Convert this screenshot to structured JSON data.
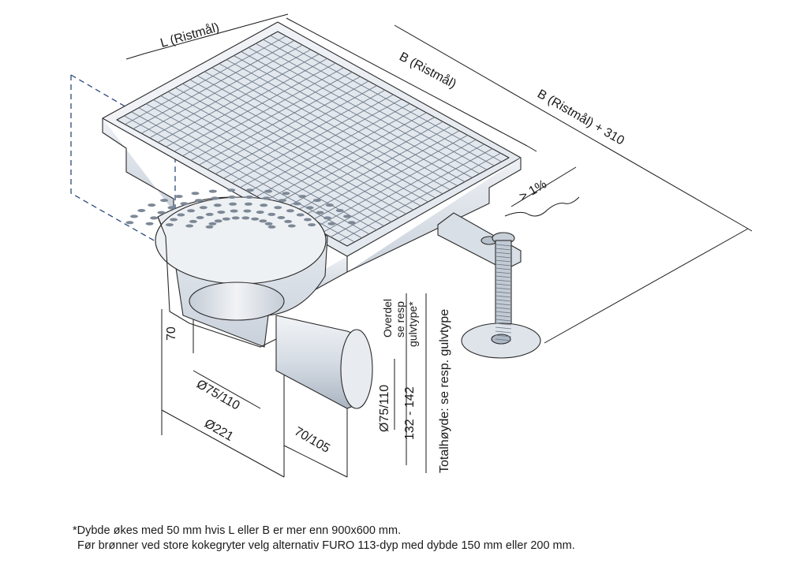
{
  "dimensions": {
    "l_ristmal": "L (Ristmål)",
    "b_ristmal": "B (Ristmål)",
    "b_ristmal_plus": "B (Ristmål) + 310",
    "slope": "> 1%",
    "depth_70": "70",
    "outlet_dia_left": "Ø75/110",
    "body_dia": "Ø221",
    "outlet_len": "70/105",
    "outlet_dia_right": "Ø75/110",
    "height_range": "132 - 142",
    "overdel_1": "Overdel",
    "overdel_2": "se resp",
    "overdel_3": "gulvtype*",
    "total_height": "Totalhøyde: se resp. gulvtype"
  },
  "footnotes": {
    "line1": "*Dybde økes med 50 mm hvis L eller B er mer enn 900x600 mm.",
    "line2": "Før brønner ved store kokegryter velg alternativ FURO 113-dyp med dybde 150 mm eller 200 mm."
  },
  "colors": {
    "line": "#1a1a1a",
    "steel_light": "#e9edf2",
    "steel_mid": "#cdd5de",
    "steel_dark": "#9aa6b4",
    "dashed_blue": "#2c4a7a"
  }
}
